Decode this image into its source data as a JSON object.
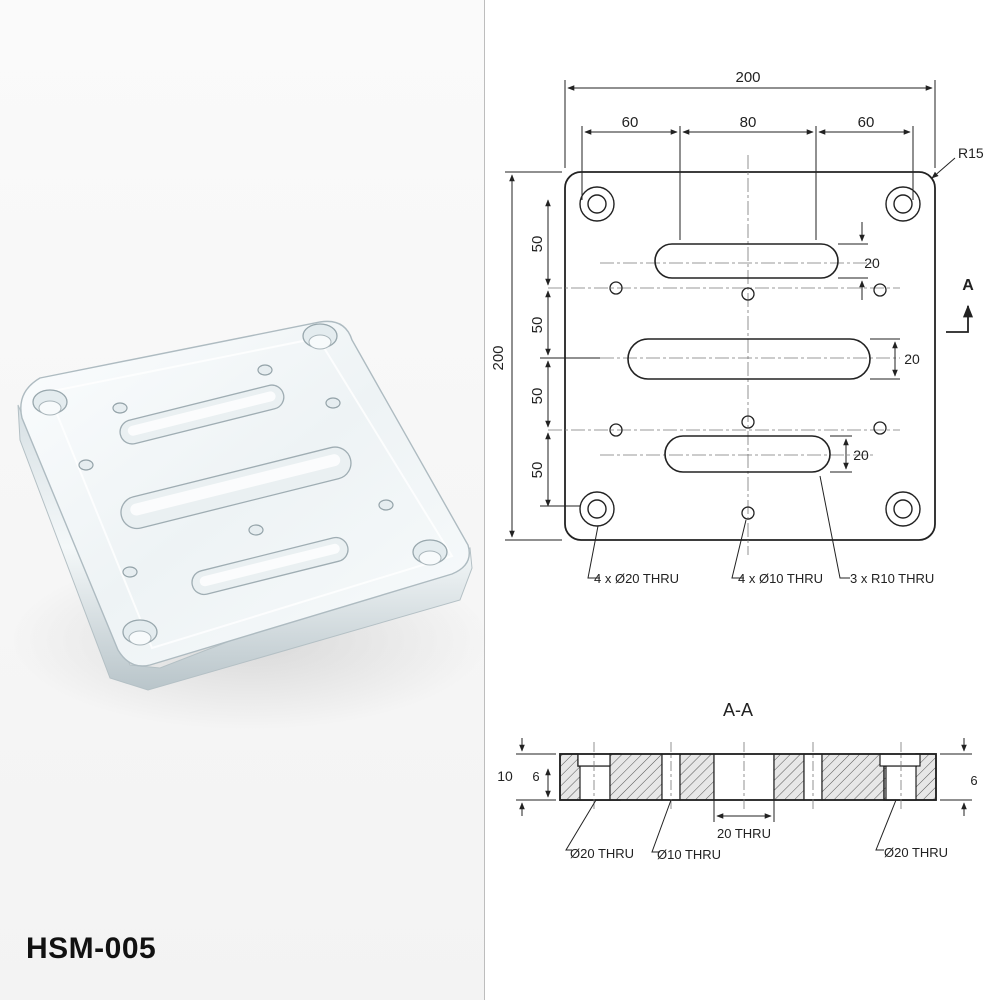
{
  "part_number": "HSM-005",
  "top_view": {
    "overall_width": "200",
    "overall_height": "200",
    "dim_left": "60",
    "dim_center": "80",
    "dim_right": "60",
    "corner_radius": "R15",
    "vertical_spacings": [
      "50",
      "50",
      "50",
      "50"
    ],
    "slot_width_top": "20",
    "slot_width_middle": "20",
    "slot_width_bottom": "20",
    "section_marker": "A",
    "callout_holes_large": "4 x Ø20 THRU",
    "callout_holes_small": "4 x Ø10 THRU",
    "callout_slots": "3 x R10 THRU"
  },
  "section_view": {
    "title": "A-A",
    "thickness": "10",
    "counterbore_depth_left": "6",
    "counterbore_depth_right": "6",
    "callout_left": "Ø20 THRU",
    "callout_center": "Ø10 THRU",
    "callout_slot": "20 THRU",
    "callout_right": "Ø20 THRU"
  },
  "colors": {
    "line": "#222222",
    "background": "#ffffff",
    "acrylic_edge": "#c9d3d8"
  }
}
